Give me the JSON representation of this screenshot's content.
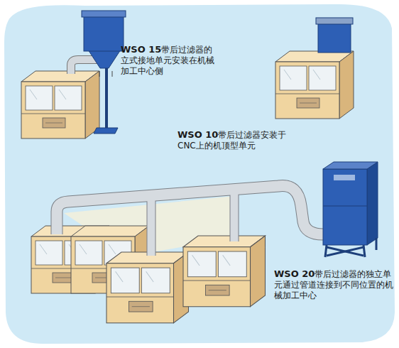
{
  "diagram": {
    "labels": [
      "WSO 15带后过滤器的立式接地单元安装在机械加工中心侧",
      "WSO 10带后过滤器安装于CNC上的机顶型单元",
      "WSO 20带后过滤器的独立单元通过管道连接到不同位置的机械加工中心"
    ]
  }
}
